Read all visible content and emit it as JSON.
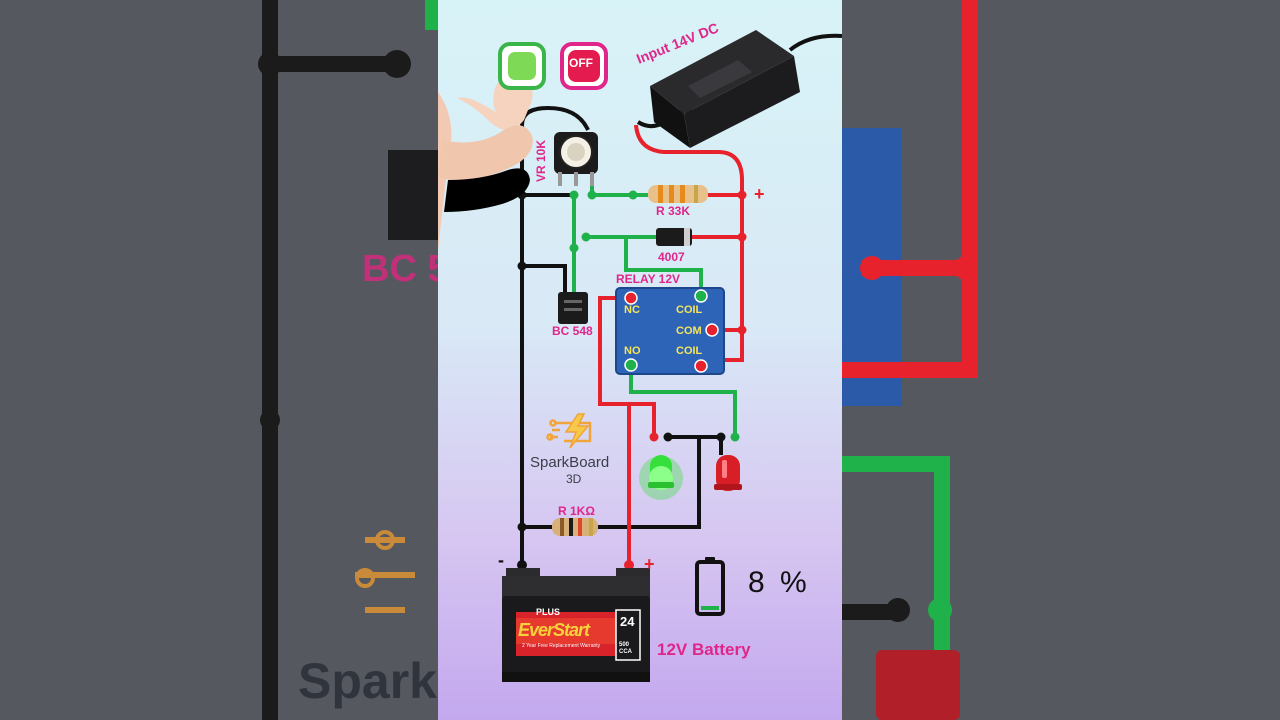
{
  "labels": {
    "input": "Input 14V DC",
    "off": "OFF",
    "vr": "VR 10K",
    "r33k": "R 33K",
    "diode": "4007",
    "relay": "RELAY 12V",
    "nc": "NC",
    "no": "NO",
    "coil_top": "COIL",
    "com": "COM",
    "coil_bottom": "COIL",
    "transistor": "BC 548",
    "transistor_side": "BC 5",
    "r1k": "R 1KΩ",
    "plus_top": "+",
    "plus_battery": "+",
    "minus": "-",
    "battery": "12V Battery",
    "brand_line1": "SparkBoard",
    "brand_line2": "3D",
    "brand_side": "Spark",
    "battery_brand": "EverStart",
    "battery_plus": "PLUS",
    "battery_group": "24",
    "battery_warranty": "2 Year Free Replacement Warranty",
    "battery_cca": "500 CCA"
  },
  "battery_level": {
    "value": "8",
    "unit": "%",
    "fraction": 0.08
  },
  "colors": {
    "wire_red": "#e8222c",
    "wire_green": "#1fb24a",
    "wire_black": "#111111",
    "accent_pink": "#e0268a",
    "relay_blue": "#2d64b8",
    "led_green": "#35e03a",
    "led_red": "#d81e26"
  }
}
